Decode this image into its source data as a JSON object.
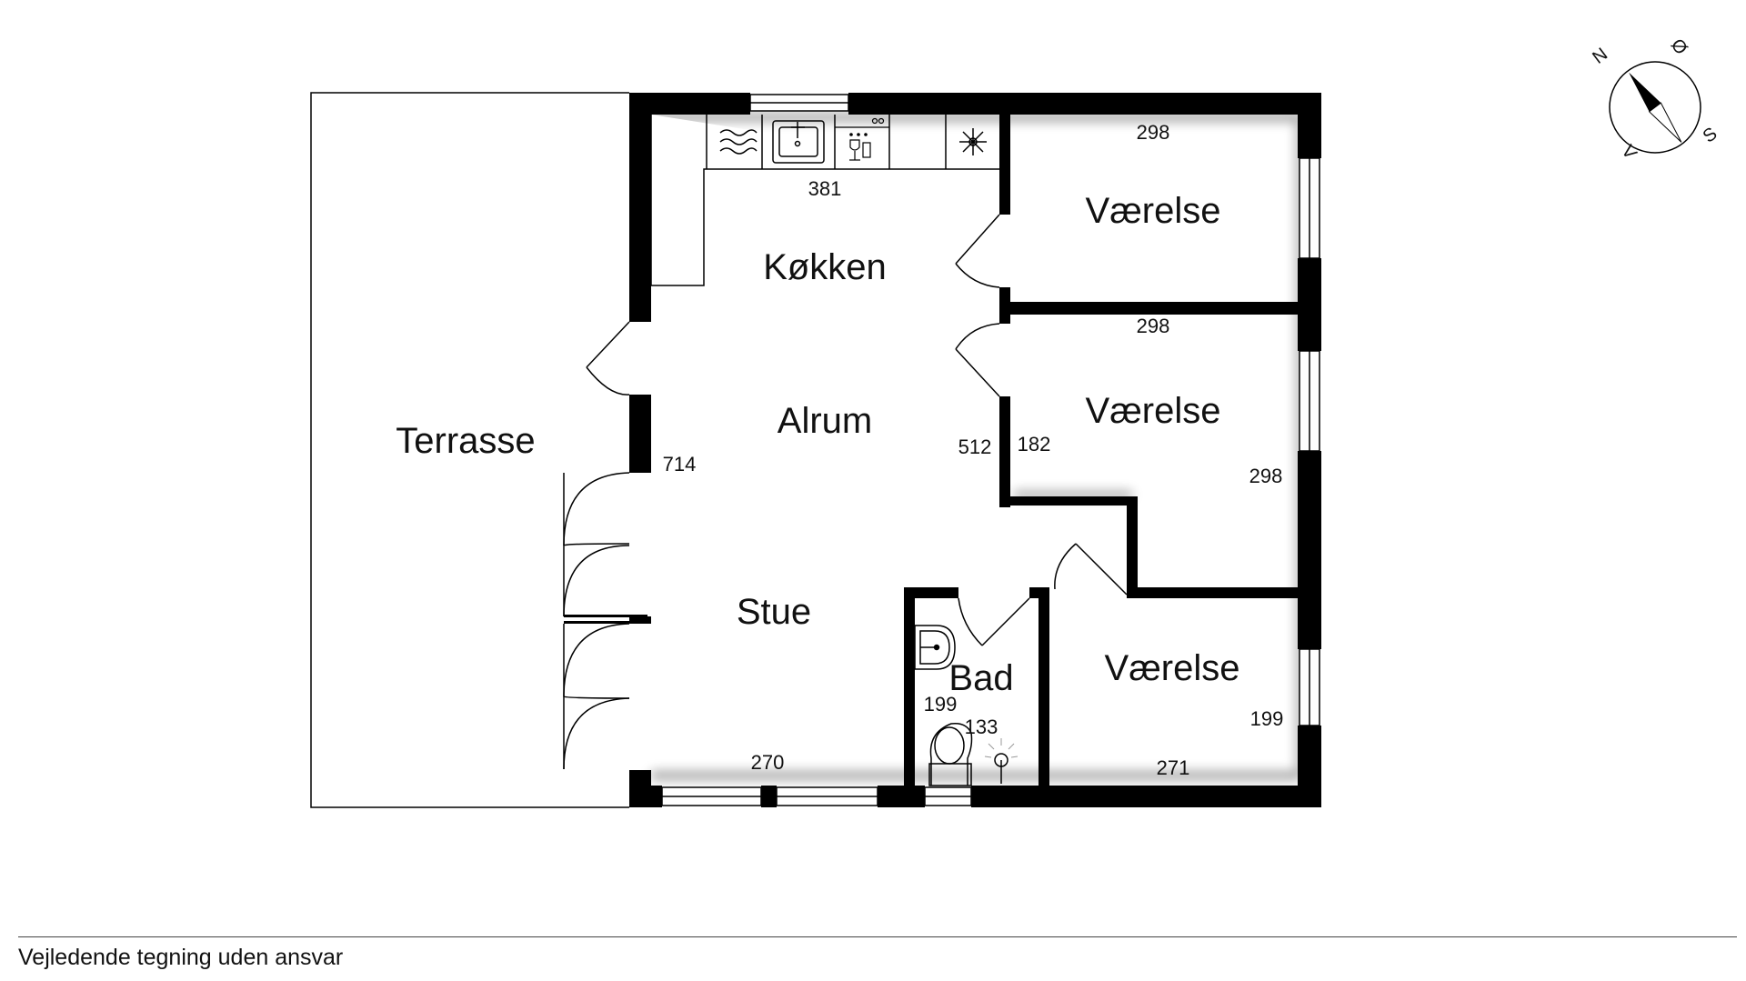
{
  "rooms": {
    "terrace": "Terrasse",
    "kitchen": "Køkken",
    "family_room": "Alrum",
    "living_room": "Stue",
    "bathroom": "Bad",
    "bedroom_1": "Værelse",
    "bedroom_2": "Værelse",
    "bedroom_3": "Værelse"
  },
  "dimensions": {
    "kitchen_width": "381",
    "bedroom1_width": "298",
    "bedroom2_width": "298",
    "bedroom2_depth": "298",
    "bedroom2_door_dim": "182",
    "central_depth": "512",
    "living_depth": "714",
    "living_width": "270",
    "bath_depth": "199",
    "bath_width": "133",
    "bedroom3_depth": "199",
    "bedroom3_width": "271"
  },
  "compass": {
    "north": "N",
    "east": "Ø",
    "south": "S",
    "west": "V"
  },
  "footer": {
    "disclaimer": "Vejledende tegning uden ansvar"
  },
  "colors": {
    "wall": "#000000",
    "line": "#000000",
    "background": "#ffffff"
  }
}
